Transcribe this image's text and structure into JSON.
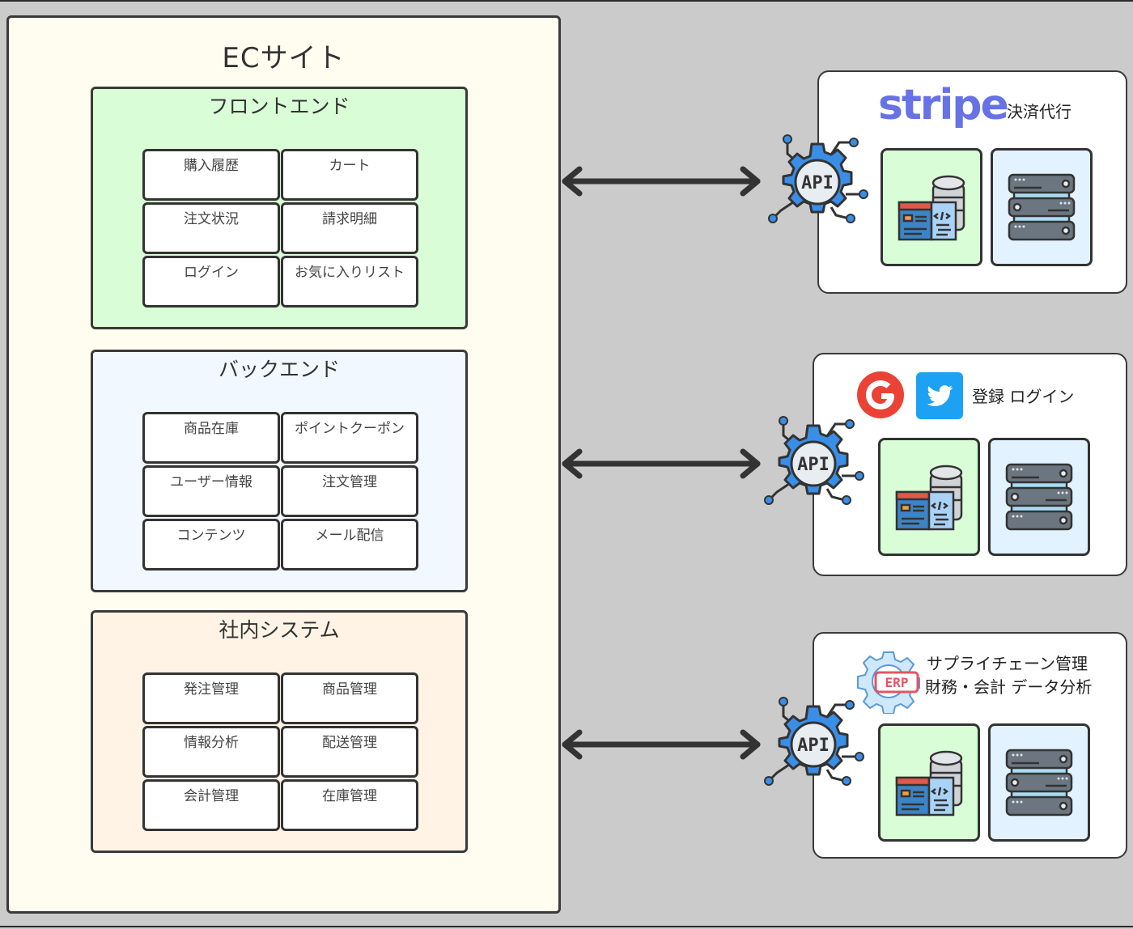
{
  "ec_site": {
    "title": "ECサイト",
    "groups": [
      {
        "title": "フロントエンド",
        "items": [
          "購入履歴",
          "カート",
          "注文状況",
          "請求明細",
          "ログイン",
          "お気に入りリスト"
        ]
      },
      {
        "title": "バックエンド",
        "items": [
          "商品在庫",
          "ポイントクーポン",
          "ユーザー情報",
          "注文管理",
          "コンテンツ",
          "メール配信"
        ]
      },
      {
        "title": "社内システム",
        "items": [
          "発注管理",
          "商品管理",
          "情報分析",
          "配送管理",
          "会計管理",
          "在庫管理"
        ]
      }
    ]
  },
  "connections": [
    {
      "from": "ECサイト",
      "to": "stripe",
      "type": "bidirectional"
    },
    {
      "from": "ECサイト",
      "to": "social-login",
      "type": "bidirectional"
    },
    {
      "from": "ECサイト",
      "to": "erp",
      "type": "bidirectional"
    }
  ],
  "api_label": "API",
  "services": [
    {
      "brand": "stripe",
      "label": "決済代行",
      "icons": [
        "web-app-database-icon",
        "server-rack-icon"
      ]
    },
    {
      "brand_icons": [
        "google-icon",
        "twitter-icon"
      ],
      "label": "登録 ログイン",
      "icons": [
        "web-app-database-icon",
        "server-rack-icon"
      ]
    },
    {
      "brand": "ERP",
      "label_lines": [
        "サプライチェーン管理",
        "財務・会計 データ分析"
      ],
      "icons": [
        "web-app-database-icon",
        "server-rack-icon"
      ]
    }
  ],
  "colors": {
    "background": "#cbcbcb",
    "ec_site_fill": "#fffdf0",
    "frontend_fill": "#d9fdd6",
    "backend_fill": "#f2f8ff",
    "internal_fill": "#fff3e6",
    "stripe": "#6772e5",
    "google": "#ea4335",
    "twitter": "#1da1f2",
    "api_gear": "#3a8ee6"
  }
}
